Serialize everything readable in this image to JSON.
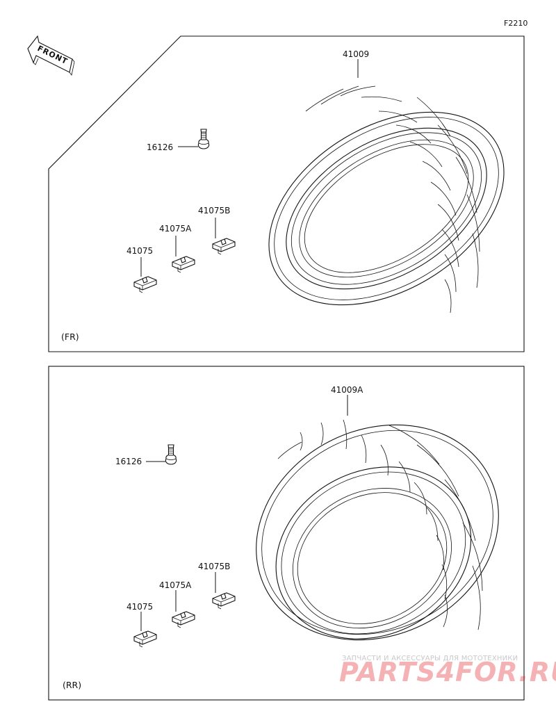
{
  "figure_code": "F2210",
  "front_label": "FRONT",
  "sections": {
    "front": {
      "label": "(FR)",
      "tire_part": "41009",
      "valve_part": "16126",
      "weights": [
        "41075",
        "41075A",
        "41075B"
      ]
    },
    "rear": {
      "label": "(RR)",
      "tire_part": "41009A",
      "valve_part": "16126",
      "weights": [
        "41075",
        "41075A",
        "41075B"
      ]
    }
  },
  "watermark": {
    "top": "ЗАПЧАСТИ И АКСЕССУАРЫ ДЛЯ МОТОТЕХНИКИ",
    "brand": "PARTS4FOR.RU"
  }
}
